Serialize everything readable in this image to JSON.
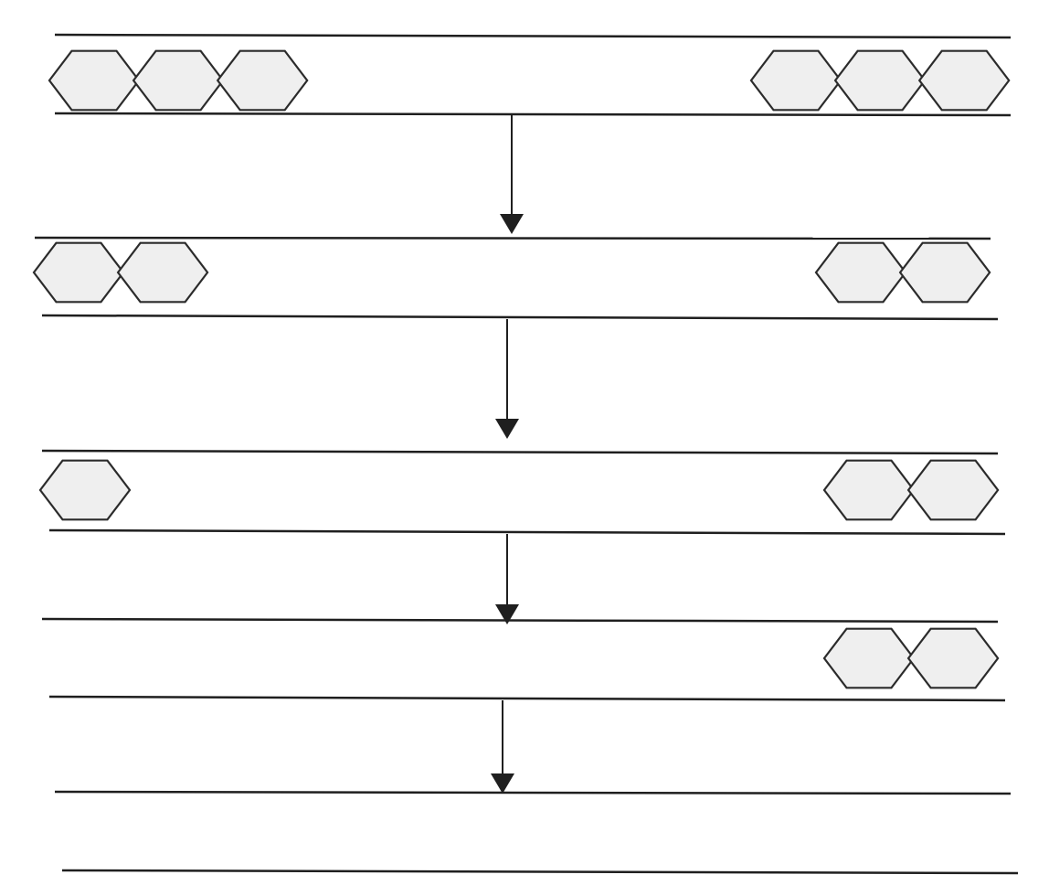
{
  "colors": {
    "line": "#1f1f1f",
    "hex_fill": "#efefef",
    "hex_stroke": "#2b2b2b",
    "background": "#ffffff"
  },
  "diagram": {
    "stages": [
      {
        "left_rings": 3,
        "right_rings": 3
      },
      {
        "left_rings": 2,
        "right_rings": 2
      },
      {
        "left_rings": 1,
        "right_rings": 2
      },
      {
        "left_rings": 0,
        "right_rings": 2
      },
      {
        "left_rings": 0,
        "right_rings": 0
      }
    ],
    "transitions": 4
  }
}
